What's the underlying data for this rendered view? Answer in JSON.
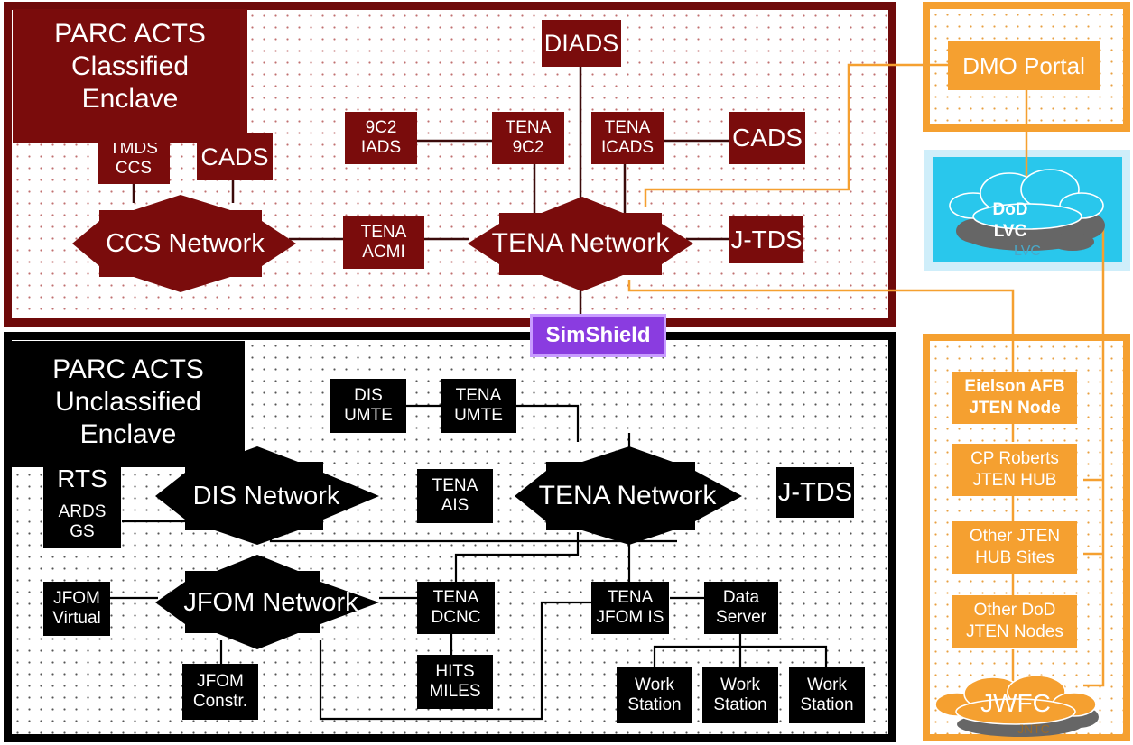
{
  "classified": {
    "title": "PARC ACTS\nClassified\nEnclave",
    "diads": "DIADS",
    "c2_iads": "9C2\nIADS",
    "tena_9c2": "TENA\n9C2",
    "tena_icads": "TENA\nICADS",
    "cads_right": "CADS",
    "tmds_ccs": "TMDS\nCCS",
    "cads_left": "CADS",
    "ccs_network": "CCS Network",
    "tena_acmi": "TENA\nACMI",
    "tena_network": "TENA Network",
    "jtds": "J-TDS"
  },
  "simshield": "SimShield",
  "unclassified": {
    "title": "PARC ACTS\nUnclassified\nEnclave",
    "dis_umte": "DIS\nUMTE",
    "tena_umte": "TENA\nUMTE",
    "rts": "RTS",
    "ards_gs": "ARDS\nGS",
    "dis_network": "DIS Network",
    "tena_ais": "TENA\nAIS",
    "tena_network": "TENA Network",
    "jtds": "J-TDS",
    "jfom_virtual": "JFOM\nVirtual",
    "jfom_network": "JFOM Network",
    "tena_dcnc": "TENA\nDCNC",
    "tena_jfom_is": "TENA\nJFOM IS",
    "data_server": "Data\nServer",
    "jfom_constr": "JFOM\nConstr.",
    "hits_miles": "HITS\nMILES",
    "workstations": [
      "Work\nStation",
      "Work\nStation",
      "Work\nStation"
    ]
  },
  "dmo_portal": "DMO Portal",
  "dod_lvc": "DoD\nLVC",
  "dod_lvc_shadow": "LVC",
  "jten": {
    "eielson": "Eielson AFB\nJTEN Node",
    "cp_roberts": "CP Roberts\nJTEN HUB",
    "other_hub": "Other JTEN\nHUB Sites",
    "other_dod": "Other DoD\nJTEN Nodes",
    "jwfc": "JWFC",
    "jwfc_shadow": "JNTC"
  },
  "colors": {
    "classified": "#7a0c0c",
    "unclassified": "#000000",
    "orange": "#f5a030",
    "simshield": "#8a3ce0",
    "cloud": "#29c7ec"
  }
}
